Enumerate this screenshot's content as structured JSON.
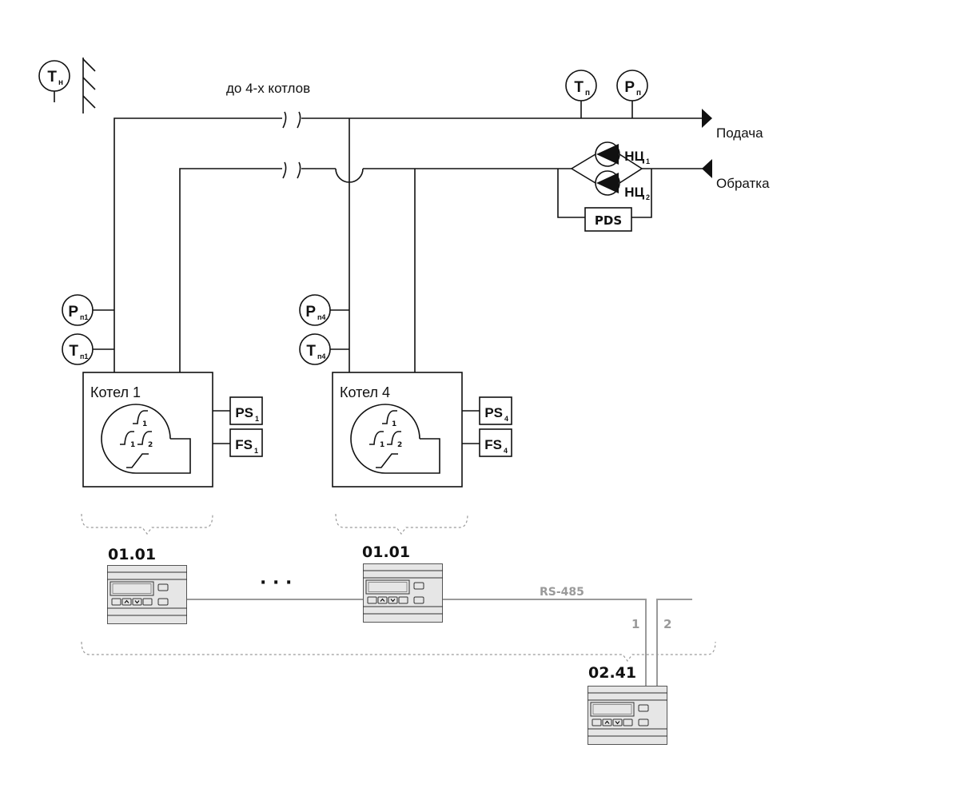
{
  "labels": {
    "outdoor_sensor": {
      "main": "T",
      "sub": "н"
    },
    "boiler_count": "до 4-х котлов",
    "supply_temp": {
      "main": "T",
      "sub": "п"
    },
    "supply_pressure": {
      "main": "P",
      "sub": "п"
    },
    "supply": "Подача",
    "return": "Обратка",
    "pump1": {
      "main": "НЦ",
      "sub": "1"
    },
    "pump2": {
      "main": "НЦ",
      "sub": "2"
    },
    "pds": "PDS",
    "boiler1": {
      "title": "Котел 1",
      "pressure": {
        "main": "P",
        "sub": "п1"
      },
      "temp": {
        "main": "T",
        "sub": "п1"
      },
      "ps": {
        "main": "PS",
        "sub": "1"
      },
      "fs": {
        "main": "FS",
        "sub": "1"
      }
    },
    "boiler4": {
      "title": "Котел 4",
      "pressure": {
        "main": "P",
        "sub": "п4"
      },
      "temp": {
        "main": "T",
        "sub": "п4"
      },
      "ps": {
        "main": "PS",
        "sub": "4"
      },
      "fs": {
        "main": "FS",
        "sub": "4"
      }
    },
    "stage_labels": [
      "1",
      "1",
      "2"
    ],
    "controller1": "01.01",
    "controller4": "01.01",
    "ellipsis": "· · ·",
    "bus": "RS-485",
    "wire1": "1",
    "wire2": "2",
    "master": "02.41"
  },
  "colors": {
    "line": "#111111",
    "bus": "#9a9a9a",
    "device_fill": "#e6e6e6"
  }
}
